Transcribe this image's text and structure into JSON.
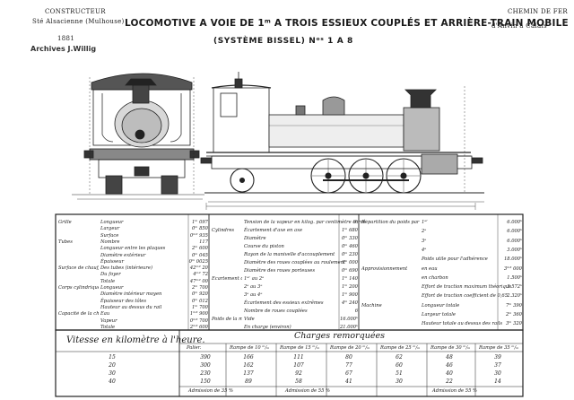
{
  "header": {
    "maker_line1": "CONSTRUCTEUR",
    "maker_line2": "Sté Alsacienne (Mulhouse)",
    "year": "1881",
    "archive": "Archives J.Willig",
    "railway_line1": "CHEMIN DE FER",
    "railway_line2": "d'Anvin à Calais",
    "title": "LOCOMOTIVE A VOIE DE 1ᵐ A TROIS ESSIEUX COUPLÉS ET ARRIÈRE-TRAIN MOBILE",
    "subtitle": "(SYSTÈME BISSEL) Nᵒˢ 1 A 8"
  },
  "spec_left": [
    {
      "group": "Grille",
      "label": "Longueur",
      "value": "1ᵐ 097"
    },
    {
      "group": "",
      "label": "Largeur",
      "value": "0ᵐ 850"
    },
    {
      "group": "",
      "label": "Surface",
      "value": "0ᵐ² 935"
    },
    {
      "group": "Tubes",
      "label": "Nombre",
      "value": "117"
    },
    {
      "group": "",
      "label": "Longueur entre les plaques",
      "value": "2ᵐ 600"
    },
    {
      "group": "",
      "label": "Diamètre extérieur",
      "value": "0ᵐ 045"
    },
    {
      "group": "",
      "label": "Épaisseur",
      "value": "0ᵐ 0025"
    },
    {
      "group": "Surface de chauffe",
      "label": "Des tubes (intérieure)",
      "value": "42ᵐ² 20"
    },
    {
      "group": "",
      "label": "Du foyer",
      "value": "4ᵐ² 72"
    },
    {
      "group": "",
      "label": "Totale",
      "value": "47ᵐ² 00"
    },
    {
      "group": "Corps cylindrique de la chaudière",
      "label": "Longueur",
      "value": "2ᵐ 700"
    },
    {
      "group": "",
      "label": "Diamètre intérieur moyen",
      "value": "0ᵐ 920"
    },
    {
      "group": "",
      "label": "Épaisseur des tôles",
      "value": "0ᵐ 012"
    },
    {
      "group": "",
      "label": "Hauteur au dessus du rail",
      "value": "1ᵐ 700"
    },
    {
      "group": "Capacité de la chaudière",
      "label": "Eau",
      "value": "1ᵐ³ 900"
    },
    {
      "group": "",
      "label": "Vapeur",
      "value": "0ᵐ³ 700"
    },
    {
      "group": "",
      "label": "Totale",
      "value": "2ᵐ³ 600"
    }
  ],
  "spec_mid": [
    {
      "group": "",
      "label": "Tension de la vapeur en kilog. par centimètre carré",
      "value": "9ᵏ"
    },
    {
      "group": "Cylindres",
      "label": "Écartement d'axe en axe",
      "value": "1ᵐ 680"
    },
    {
      "group": "",
      "label": "Diamètre",
      "value": "0ᵐ 330"
    },
    {
      "group": "",
      "label": "Course du piston",
      "value": "0ᵐ 460"
    },
    {
      "group": "",
      "label": "Rayon de la manivelle d'accouplement",
      "value": "0ᵐ 230"
    },
    {
      "group": "",
      "label": "Diamètre des roues couplées au roulement",
      "value": "1ᵐ 000"
    },
    {
      "group": "",
      "label": "Diamètre des roues porteuses",
      "value": "0ᵐ 690"
    },
    {
      "group": "Écartement des essieux",
      "label": "1ᵉʳ au 2ᵉ",
      "value": "1ᵐ 140"
    },
    {
      "group": "",
      "label": "2ᵉ au 3ᵉ",
      "value": "1ᵐ 200"
    },
    {
      "group": "",
      "label": "3ᵉ au 4ᵉ",
      "value": "1ᵐ 900"
    },
    {
      "group": "",
      "label": "Écartement des essieux extrêmes",
      "value": "4ᵐ 240"
    },
    {
      "group": "",
      "label": "Nombre de roues couplées",
      "value": "6"
    },
    {
      "group": "Poids de la machine",
      "label": "Vide",
      "value": "16.000ᵏ"
    },
    {
      "group": "",
      "label": "En charge (environ)",
      "value": "21.000ᵏ"
    }
  ],
  "spec_right": [
    {
      "group": "Répartition du poids par essieu en charge",
      "label": "1ᵉʳ",
      "value": "6.000ᵏ"
    },
    {
      "group": "",
      "label": "2ᵉ",
      "value": "6.000ᵏ"
    },
    {
      "group": "",
      "label": "3ᵉ",
      "value": "6.000ᵏ"
    },
    {
      "group": "",
      "label": "4ᵉ",
      "value": "3.000ᵏ"
    },
    {
      "group": "",
      "label": "Poids utile pour l'adhérence",
      "value": "18.000ᵏ"
    },
    {
      "group": "Approvisionnement",
      "label": "en eau",
      "value": "3ᵐ³ 000"
    },
    {
      "group": "",
      "label": "en charbon",
      "value": "1.500ᵏ"
    },
    {
      "group": "",
      "label": "Effort de traction maximum théorique",
      "value": "3.572ᵏ"
    },
    {
      "group": "",
      "label": "Effort de traction coefficient de 0,65",
      "value": "2.320ᵏ"
    },
    {
      "group": "Machine",
      "label": "Longueur totale",
      "value": "7ᵐ 390"
    },
    {
      "group": "",
      "label": "Largeur totale",
      "value": "2ᵐ 360"
    },
    {
      "group": "",
      "label": "Hauteur totale au dessus des rails",
      "value": "3ᵐ 320"
    }
  ],
  "speed": {
    "title": "Vitesse en kilomètre à l'heure.",
    "values": [
      "15",
      "20",
      "30",
      "40"
    ]
  },
  "charges": {
    "title": "Charges remorquées",
    "columns": [
      "Palier.",
      "Rampe de 10 ᵐ/ₘ",
      "Rampe de 15 ᵐ/ₘ",
      "Rampe de 20 ᵐ/ₘ",
      "Rampe de 25 ᵐ/ₘ",
      "Rampe de 30 ᵐ/ₘ",
      "Rampe de 35 ᵐ/ₘ"
    ],
    "rows": [
      [
        "390",
        "166",
        "111",
        "80",
        "62",
        "48",
        "39"
      ],
      [
        "300",
        "162",
        "107",
        "77",
        "60",
        "46",
        "37"
      ],
      [
        "230",
        "137",
        "92",
        "67",
        "51",
        "40",
        "30"
      ],
      [
        "150",
        "89",
        "58",
        "41",
        "30",
        "22",
        "14"
      ]
    ],
    "admissions": [
      "Admission de 35 %",
      "Admission de 55 %",
      "Admission de 55 %"
    ]
  }
}
